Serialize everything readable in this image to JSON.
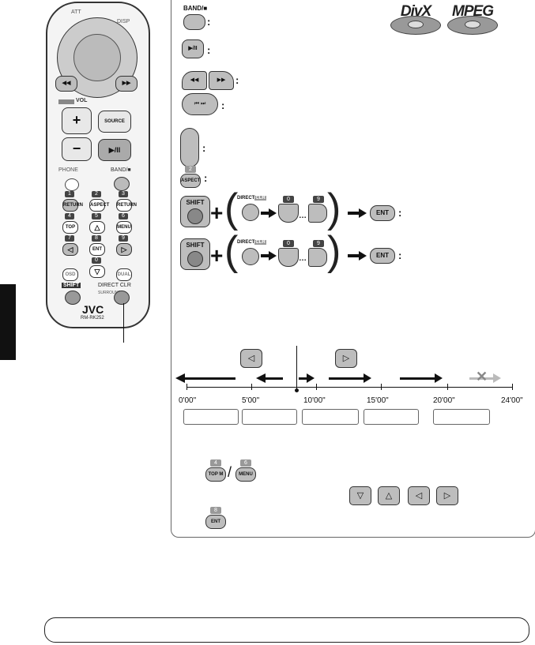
{
  "remote": {
    "top_labels": [
      "ATT",
      "DISP"
    ],
    "vol_label": "VOL",
    "source_label": "SOURCE",
    "play_label": "▶/II",
    "phone_label": "PHONE",
    "band_label": "BAND/■",
    "numbered_keys": [
      {
        "num": "1",
        "label": "RETURN"
      },
      {
        "num": "2",
        "label": "ASPECT"
      },
      {
        "num": "3",
        "label": "RETURN"
      },
      {
        "num": "4",
        "label": "TOP M"
      },
      {
        "num": "5",
        "label": "△"
      },
      {
        "num": "6",
        "label": "MENU"
      },
      {
        "num": "7",
        "label": "◁"
      },
      {
        "num": "8",
        "label": "ENT"
      },
      {
        "num": "9",
        "label": "▷"
      },
      {
        "num": "0",
        "label": "▽"
      }
    ],
    "osd_label": "OSD",
    "dual_label": "DUAL",
    "shift_label": "SHIFT",
    "direct_label": "DIRECT CLR",
    "surround_label": "SURROUND",
    "brand": "JVC",
    "model": "RM-RK252"
  },
  "panel": {
    "band_label": "BAND/■",
    "play_label": "▶/II",
    "aspect_num": "2",
    "aspect_label": "ASPECT",
    "shift_label": "SHIFT",
    "direct_label": "DIRECT",
    "direct_suffix_1": "CLR",
    "direct_suffix_2": "CLR",
    "num_zero": "0",
    "num_nine": "9",
    "ent_label": "ENT",
    "dots": "…",
    "colon": ":",
    "disc_logos": [
      "DivX",
      "MPEG"
    ]
  },
  "timeline": {
    "prev_key": "◁",
    "next_key": "▷",
    "labels": [
      "0'00\"",
      "5'00\"",
      "10'00\"",
      "15'00\"",
      "20'00\"",
      "24'00\""
    ]
  },
  "menu_section": {
    "top_m_num": "4",
    "top_m_label": "TOP M",
    "menu_num": "6",
    "menu_label": "MENU",
    "slash": "/",
    "ent_num": "8",
    "ent_label": "ENT",
    "nav_keys": [
      "▽",
      "△",
      "◁",
      "▷"
    ]
  }
}
